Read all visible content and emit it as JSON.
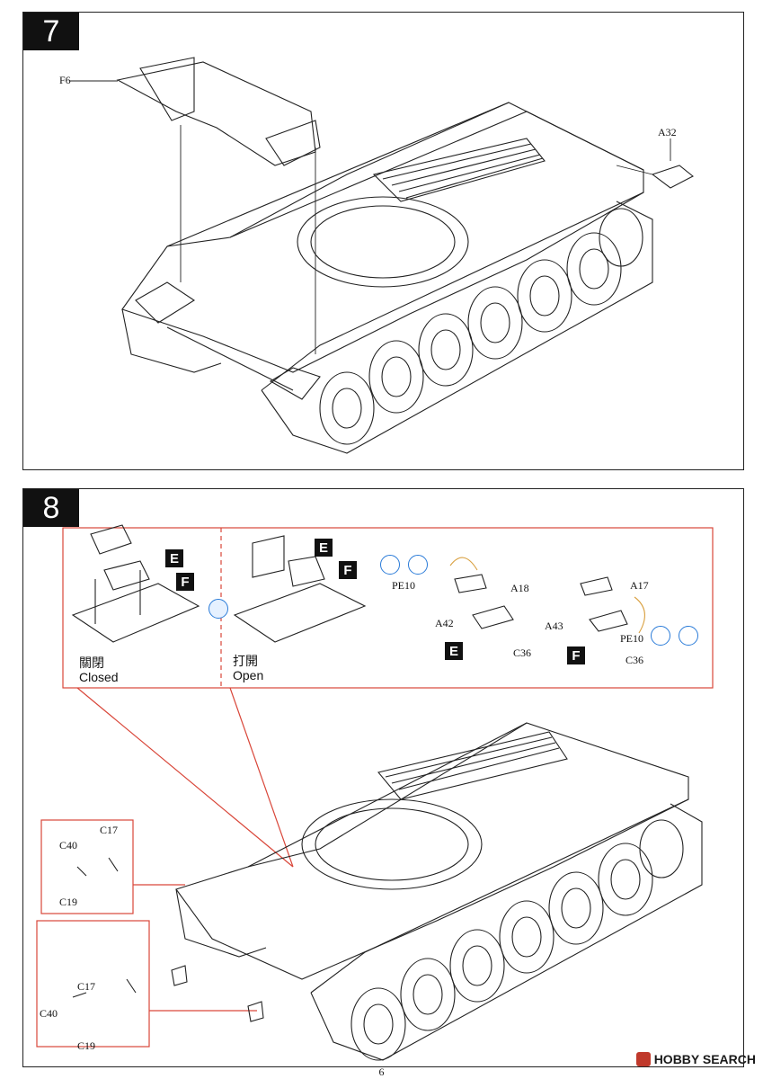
{
  "step7": {
    "number": "7",
    "labels": {
      "f6": "F6",
      "a32": "A32"
    }
  },
  "step8": {
    "number": "8",
    "closed_cn": "關閉",
    "closed_en": "Closed",
    "open_cn": "打開",
    "open_en": "Open",
    "letters": {
      "e": "E",
      "f": "F"
    },
    "labels": {
      "pe10_left": "PE10",
      "a18": "A18",
      "a42": "A42",
      "c36_left": "C36",
      "a17": "A17",
      "a43": "A43",
      "pe10_right": "PE10",
      "c36_right": "C36",
      "c17_top": "C17",
      "c40_top": "C40",
      "c19_top": "C19",
      "c17_bottom": "C17",
      "c40_bottom": "C40",
      "c19_bottom": "C19"
    }
  },
  "page_number": "6",
  "watermark": "HOBBY SEARCH",
  "accent_color": "#d9473a",
  "icon_color": "#2a7bd8"
}
